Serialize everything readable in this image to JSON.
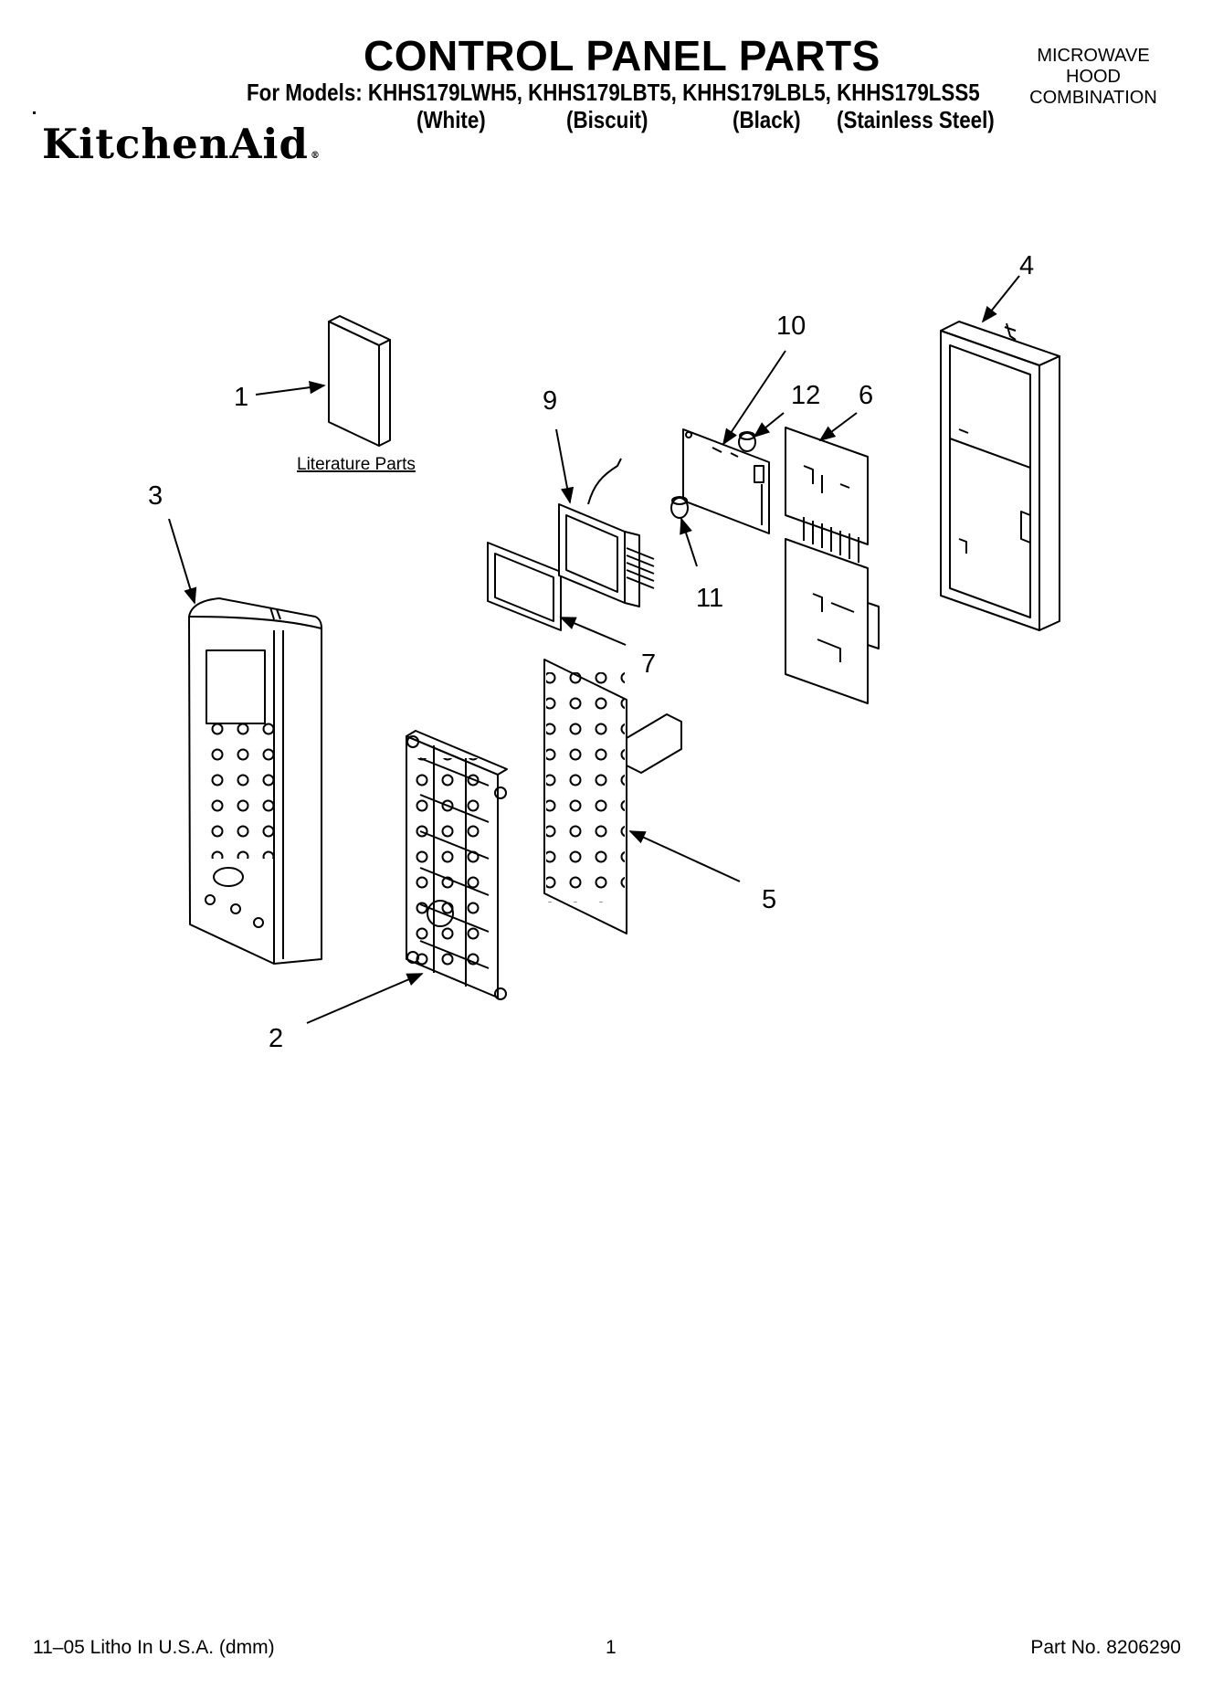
{
  "header": {
    "title": "CONTROL PANEL PARTS",
    "models_line": "For Models: KHHS179LWH5, KHHS179LBT5, KHHS179LBL5, KHHS179LSS5",
    "variants": [
      "(White)",
      "(Biscuit)",
      "(Black)",
      "(Stainless Steel)"
    ],
    "category": [
      "MICROWAVE",
      "HOOD",
      "COMBINATION"
    ],
    "brand": "KitchenAid"
  },
  "diagram": {
    "callouts": [
      "1",
      "2",
      "3",
      "4",
      "5",
      "6",
      "7",
      "9",
      "10",
      "11",
      "12"
    ],
    "literature_label": "Literature Parts"
  },
  "footer": {
    "litho": "11–05 Litho In U.S.A. (dmm)",
    "page": "1",
    "part_no": "Part No. 8206290"
  }
}
